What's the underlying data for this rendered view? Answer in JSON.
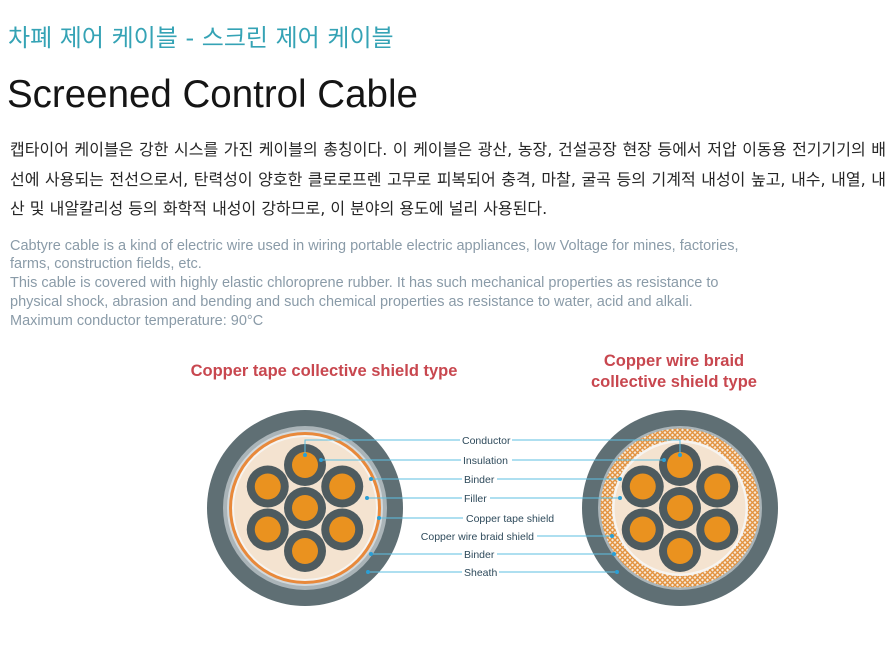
{
  "page": {
    "title_ko": "차폐 제어 케이블 - 스크린 제어 케이블",
    "title_en": "Screened Control Cable"
  },
  "description_ko": "캡타이어 케이블은 강한 시스를 가진 케이블의 총칭이다. 이 케이블은 광산, 농장, 건설공장 현장 등에서 저압 이동용 전기기기의 배선에 사용되는 전선으로서, 탄력성이 양호한 클로로프렌 고무로 피복되어 충격, 마찰, 굴곡 등의 기계적 내성이 높고, 내수, 내열, 내산 및 내알칼리성 등의 화학적 내성이 강하므로, 이 분야의 용도에 널리 사용된다.",
  "description_en": [
    "Cabtyre cable is a kind of electric wire used in wiring portable electric appliances, low Voltage for mines, factories, farms, construction fields, etc.",
    "This cable is covered with highly elastic chloroprene rubber. It has such mechanical properties as resistance to physical shock, abrasion and bending and such chemical properties as resistance to water, acid and alkali.",
    "Maximum conductor temperature: 90°C"
  ],
  "diagram": {
    "left_heading": "Copper tape collective shield type",
    "right_heading": [
      "Copper wire braid",
      "collective shield type"
    ],
    "labels": {
      "conductor": "Conductor",
      "insulation": "Insulation",
      "inner_binder": "Binder",
      "filler": "Filler",
      "copper_tape_shield": "Copper tape shield",
      "copper_wire_braid_shield": "Copper wire braid shield",
      "outer_binder": "Binder",
      "sheath": "Sheath"
    }
  },
  "colors": {
    "title_accent": "#35a3b5",
    "heading_red": "#c8474f",
    "description_gray": "#8a9ba8",
    "leader_blue": "#5cbfe2",
    "dot_blue": "#2b9fd5",
    "sheath": "#5f6f74",
    "insulation": "#4e5b5f",
    "conductor": "#ea921f",
    "copper_tape": "#e8893b",
    "filler": "#f4e3d0"
  }
}
